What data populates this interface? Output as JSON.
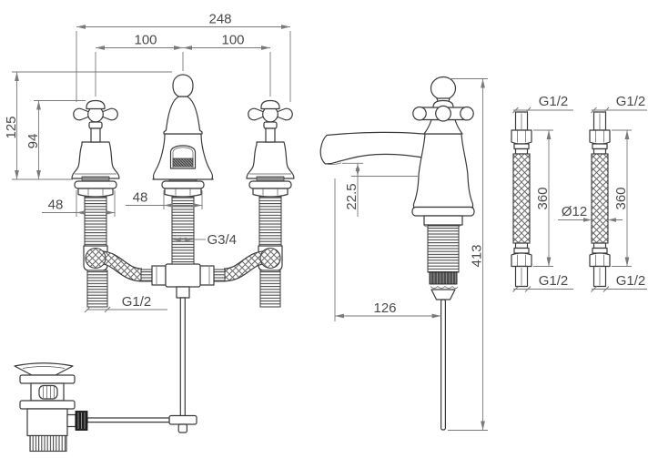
{
  "diagram": {
    "front_view": {
      "total_width": "248",
      "pitch_left": "100",
      "pitch_right": "100",
      "overall_height": "125",
      "handle_height": "94",
      "flange_width_left": "48",
      "flange_width_center": "48",
      "center_shank_thread": "G3/4",
      "tail_thread": "G1/2"
    },
    "side_view": {
      "spout_drop": "22.5",
      "overall_height": "413",
      "spout_reach": "126"
    },
    "hose_left": {
      "thread_top": "G1/2",
      "thread_bottom": "G1/2",
      "length": "360"
    },
    "hose_right": {
      "thread_top": "G1/2",
      "thread_bottom": "G1/2",
      "length": "360",
      "diameter": "Ø12"
    }
  }
}
